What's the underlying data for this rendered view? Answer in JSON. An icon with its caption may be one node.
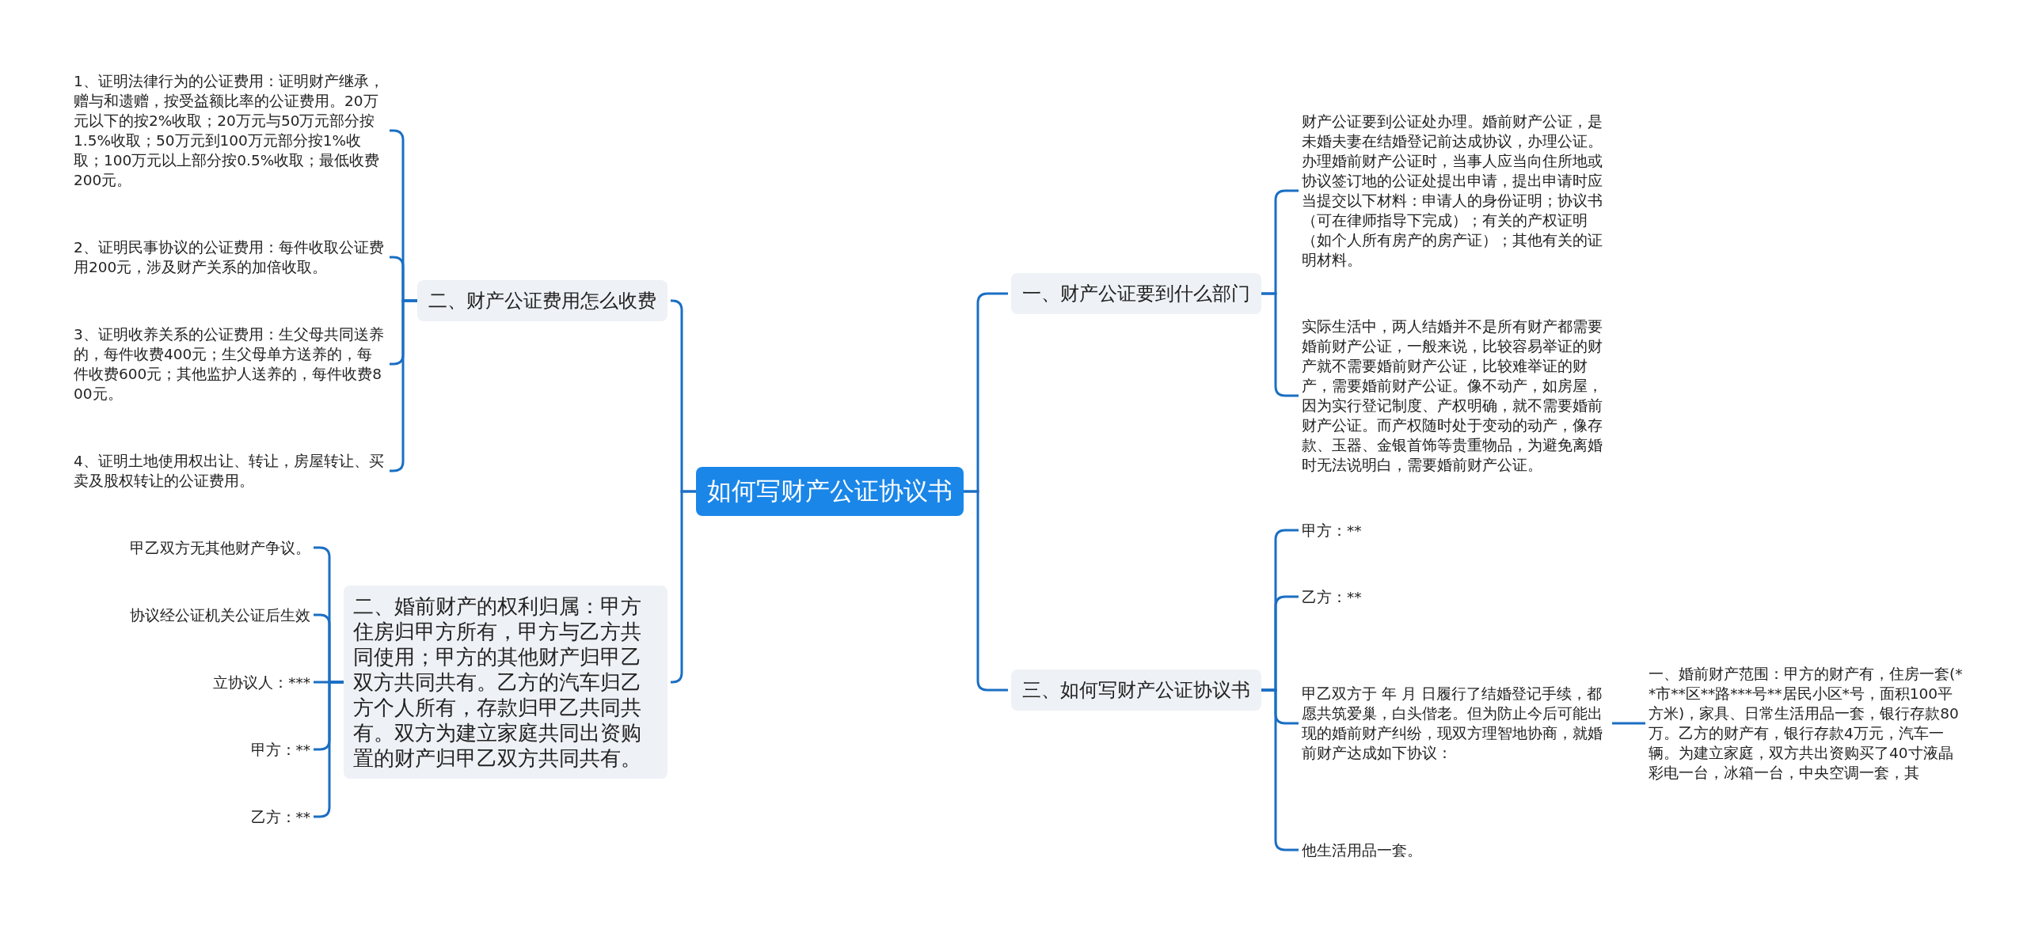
{
  "diagram": {
    "nodes": [
      {
        "text": [
          "如何写财产公证协议书"
        ]
      },
      {
        "text": [
          "二、财产公证费用怎么收费"
        ]
      },
      {
        "text": [
          "1、证明法律行为的公证费用：证明财产继承，赠与和遗赠，按受益额比率的公证费用。20万元以下的按2%收取；20万元与50万元部分按1.5%收取；50万元到100万元部分按1%收取；100万元以上部分按0.5%收取；最低收费200元。"
        ]
      },
      {
        "text": [
          "2、证明民事协议的公证费用：每件收取公证费用200元，涉及财产关系的加倍收取。"
        ]
      },
      {
        "text": [
          "3、证明收养关系的公证费用：生父母共同送养的，每件收费400元；生父母单方送养的，每件收费600元；其他监护人送养的，每件收费800元。"
        ]
      },
      {
        "text": [
          "4、证明土地使用权出让、转让，房屋转让、买卖及股权转让的公证费用。"
        ]
      },
      {
        "text": [
          "二、婚前财产的权利归属：甲方住房归甲方所有，甲方与乙方共同使用；甲方的其他财产归甲乙双方共同共有。乙方的汽车归乙方个人所有，存款归甲乙共同共有。双方为建立家庭共同出资购置的财产归甲乙双方共同共有。"
        ]
      },
      {
        "text": [
          "甲乙双方无其他财产争议。"
        ]
      },
      {
        "text": [
          "协议经公证机关公证后生效"
        ]
      },
      {
        "text": [
          "立协议人：***"
        ]
      },
      {
        "text": [
          "甲方：**"
        ]
      },
      {
        "text": [
          "乙方：**"
        ]
      },
      {
        "text": [
          "一、财产公证要到什么部门"
        ]
      },
      {
        "text": [
          "财产公证要到公证处办理。婚前财产公证，是未婚夫妻在结婚登记前达成协议，办理公证。办理婚前财产公证时，当事人应当向住所地或协议签订地的公证处提出申请，提出申请时应当提交以下材料：申请人的身份证明；协议书（可在律师指导下完成）；有关的产权证明（如个人所有房产的房产证）；其他有关的证明材料。"
        ]
      },
      {
        "text": [
          "实际生活中，两人结婚并不是所有财产都需要婚前财产公证，一般来说，比较容易举证的财产就不需要婚前财产公证，比较难举证的财产，需要婚前财产公证。像不动产，如房屋，因为实行登记制度、产权明确，就不需要婚前财产公证。而产权随时处于变动的动产，像存款、玉器、金银首饰等贵重物品，为避免离婚时无法说明白，需要婚前财产公证。"
        ]
      },
      {
        "text": [
          "三、如何写财产公证协议书"
        ]
      },
      {
        "text": [
          "甲方：**"
        ]
      },
      {
        "text": [
          "乙方：**"
        ]
      },
      {
        "text": [
          "甲乙双方于 年 月 日履行了结婚登记手续，都愿共筑爱巢，白头偕老。但为防止今后可能出现的婚前财产纠纷，现双方理智地协商，就婚前财产达成如下协议："
        ]
      },
      {
        "text": [
          "他生活用品一套。"
        ]
      },
      {
        "text": [
          "一、婚前财产范围：甲方的财产有，住房一套(**市**区**路***号**居民小区*号，面积100平方米)，家具、日常生活用品一套，银行存款80 万。乙方的财产有，银行存款4万元，汽车一辆。为建立家庭，双方共出资购买了40寸液晶彩电一台，冰箱一台，中央空调一套，其"
        ]
      }
    ],
    "edges": [
      {
        "from": 0,
        "to": 1,
        "arrow": "none"
      },
      {
        "from": 1,
        "to": 2,
        "arrow": "none"
      },
      {
        "from": 1,
        "to": 3,
        "arrow": "none"
      },
      {
        "from": 1,
        "to": 4,
        "arrow": "none"
      },
      {
        "from": 1,
        "to": 5,
        "arrow": "none"
      },
      {
        "from": 0,
        "to": 6,
        "arrow": "none"
      },
      {
        "from": 6,
        "to": 7,
        "arrow": "none"
      },
      {
        "from": 6,
        "to": 8,
        "arrow": "none"
      },
      {
        "from": 6,
        "to": 9,
        "arrow": "none"
      },
      {
        "from": 6,
        "to": 10,
        "arrow": "none"
      },
      {
        "from": 6,
        "to": 11,
        "arrow": "none"
      },
      {
        "from": 0,
        "to": 12,
        "arrow": "none"
      },
      {
        "from": 12,
        "to": 13,
        "arrow": "none"
      },
      {
        "from": 12,
        "to": 14,
        "arrow": "none"
      },
      {
        "from": 0,
        "to": 15,
        "arrow": "none"
      },
      {
        "from": 15,
        "to": 16,
        "arrow": "none"
      },
      {
        "from": 15,
        "to": 17,
        "arrow": "none"
      },
      {
        "from": 15,
        "to": 18,
        "arrow": "none"
      },
      {
        "from": 15,
        "to": 19,
        "arrow": "none"
      },
      {
        "from": 18,
        "to": 20,
        "arrow": "none"
      }
    ]
  }
}
